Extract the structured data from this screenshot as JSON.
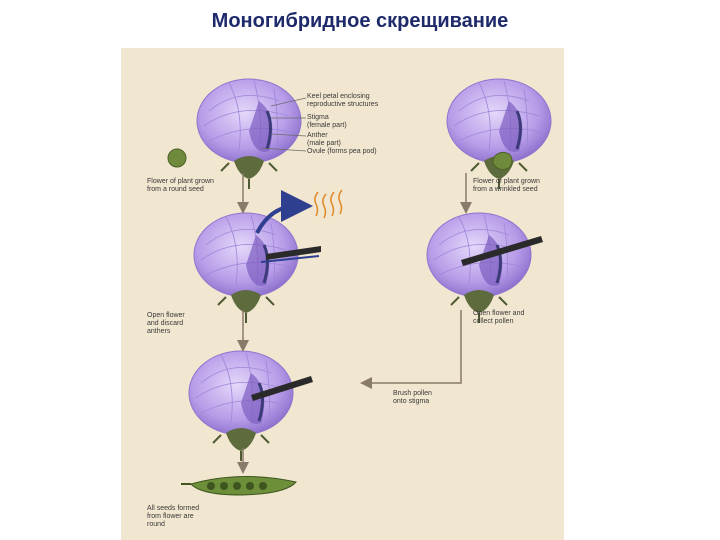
{
  "slide": {
    "title": "Моногибридное скрещивание"
  },
  "diagram": {
    "parts": {
      "keel": "Keel petal enclosing\nreproductive structures",
      "stigma": "Stigma\n(female part)",
      "anther": "Anther\n(male part)",
      "ovule": "Ovule (forms pea pod)"
    },
    "steps": {
      "round_flower": "Flower of plant grown\nfrom a round seed",
      "wrinkled_flower": "Flower of plant grown\nfrom a wrinkled seed",
      "discard": "Open flower\nand discard\nanthers",
      "collect": "Open flower and\ncollect pollen",
      "brush": "Brush pollen\nonto stigma",
      "result": "All seeds formed\nfrom flower are\nround"
    },
    "colors": {
      "background": "#f1e6cf",
      "petal": "#b79ce8",
      "petal_light": "#d8c9f5",
      "sepal": "#5d6b3d",
      "seed": "#6f8a3a",
      "arrow": "#8a7a6a",
      "blue_arrow": "#2f3f8f",
      "pollen": "#e08a2a",
      "title": "#1f2a6b"
    }
  }
}
